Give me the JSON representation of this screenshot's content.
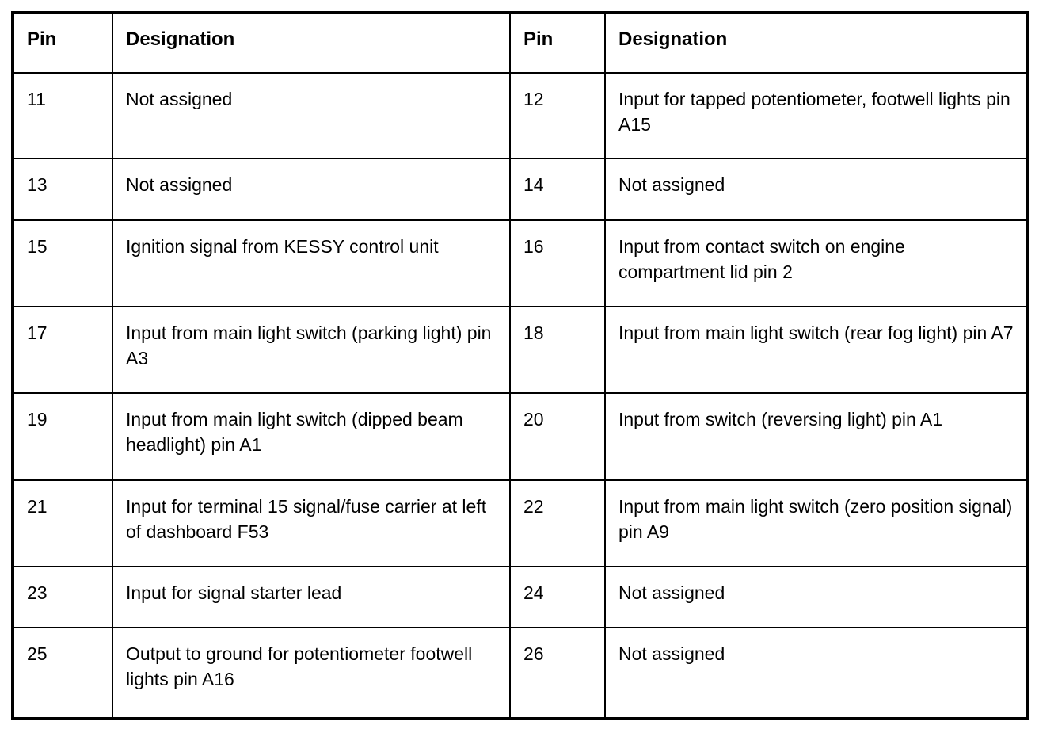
{
  "table": {
    "headers": {
      "pin_left": "Pin",
      "designation_left": "Designation",
      "pin_right": "Pin",
      "designation_right": "Designation"
    },
    "rows": [
      {
        "pin_left": "11",
        "desig_left": "Not assigned",
        "pin_right": "12",
        "desig_right": "Input for tapped potentiometer, footwell lights pin A15"
      },
      {
        "pin_left": "13",
        "desig_left": "Not assigned",
        "pin_right": "14",
        "desig_right": "Not assigned"
      },
      {
        "pin_left": "15",
        "desig_left": "Ignition signal from KESSY control unit",
        "pin_right": "16",
        "desig_right": "Input from contact switch on engine compartment lid pin 2"
      },
      {
        "pin_left": "17",
        "desig_left": "Input from main light switch (parking light) pin A3",
        "pin_right": "18",
        "desig_right": "Input from main light switch (rear fog light) pin A7"
      },
      {
        "pin_left": "19",
        "desig_left": "Input from main light switch (dipped beam headlight) pin A1",
        "pin_right": "20",
        "desig_right": "Input from switch (reversing light) pin A1"
      },
      {
        "pin_left": "21",
        "desig_left": "Input for terminal 15 signal/fuse carrier at left of dashboard F53",
        "pin_right": "22",
        "desig_right": "Input from main light switch (zero position signal) pin A9"
      },
      {
        "pin_left": "23",
        "desig_left": "Input for signal starter lead",
        "pin_right": "24",
        "desig_right": "Not assigned"
      },
      {
        "pin_left": "25",
        "desig_left": "Output to ground for potentiometer footwell lights pin A16",
        "pin_right": "26",
        "desig_right": "Not assigned"
      }
    ]
  },
  "colors": {
    "text": "#000000",
    "border": "#000000",
    "background": "#ffffff"
  }
}
